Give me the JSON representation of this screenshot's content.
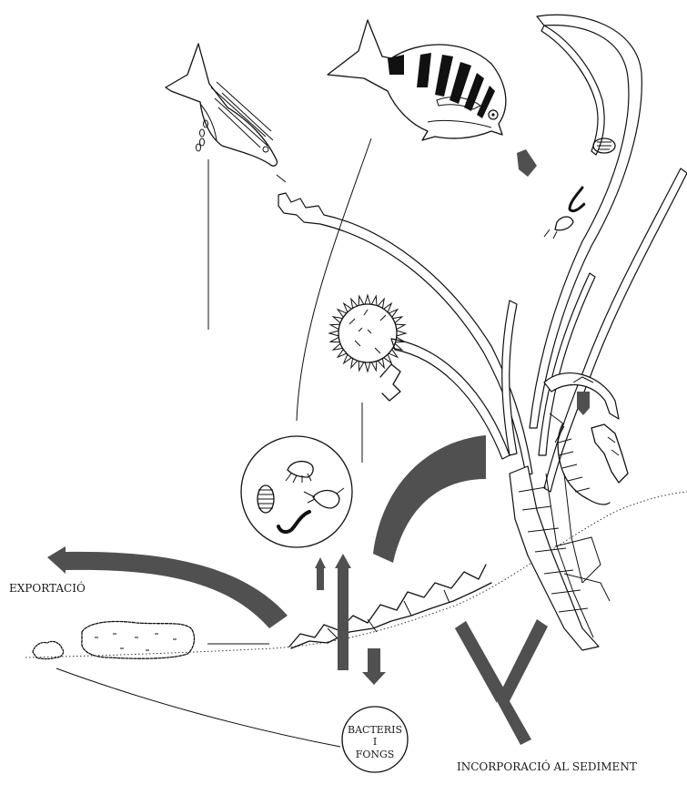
{
  "labels": {
    "export": "EXPORTACIÓ",
    "decomposers_line1": "BACTERIS",
    "decomposers_line2": "I",
    "decomposers_line3": "FONGS",
    "sediment": "INCORPORACIÓ AL SEDIMENT"
  },
  "colors": {
    "flow_arrows": "#505050",
    "line_art": "#111111",
    "background": "#ffffff"
  },
  "icons": [
    "salema-fish-icon",
    "sea-bream-fish-icon",
    "sea-urchin-icon",
    "seagrass-plant-icon",
    "invertebrates-circle-icon",
    "sea-cucumber-icon",
    "leaf-litter-icon",
    "shrimp-icon",
    "isopod-icon",
    "polychaete-worm-icon"
  ]
}
